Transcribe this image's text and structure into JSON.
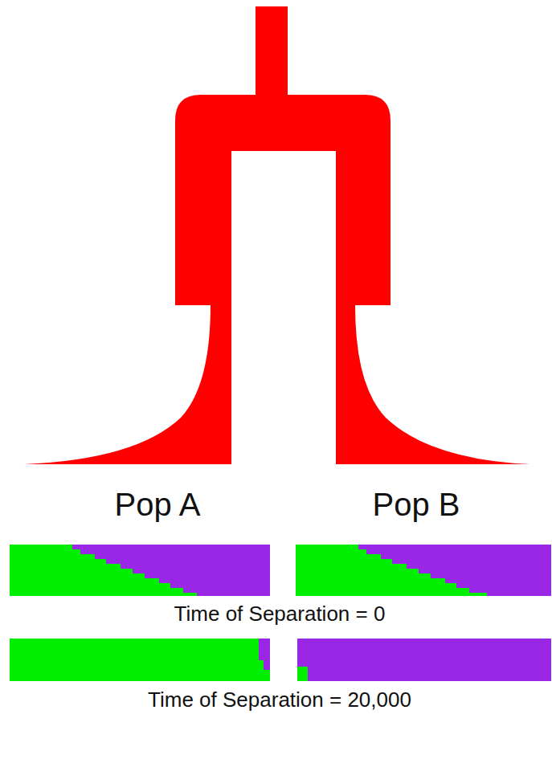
{
  "diagram": {
    "labels": [
      "Pop A",
      "Pop B",
      "Time of Separation = 0",
      "Time of Separation = 20,000"
    ]
  }
}
